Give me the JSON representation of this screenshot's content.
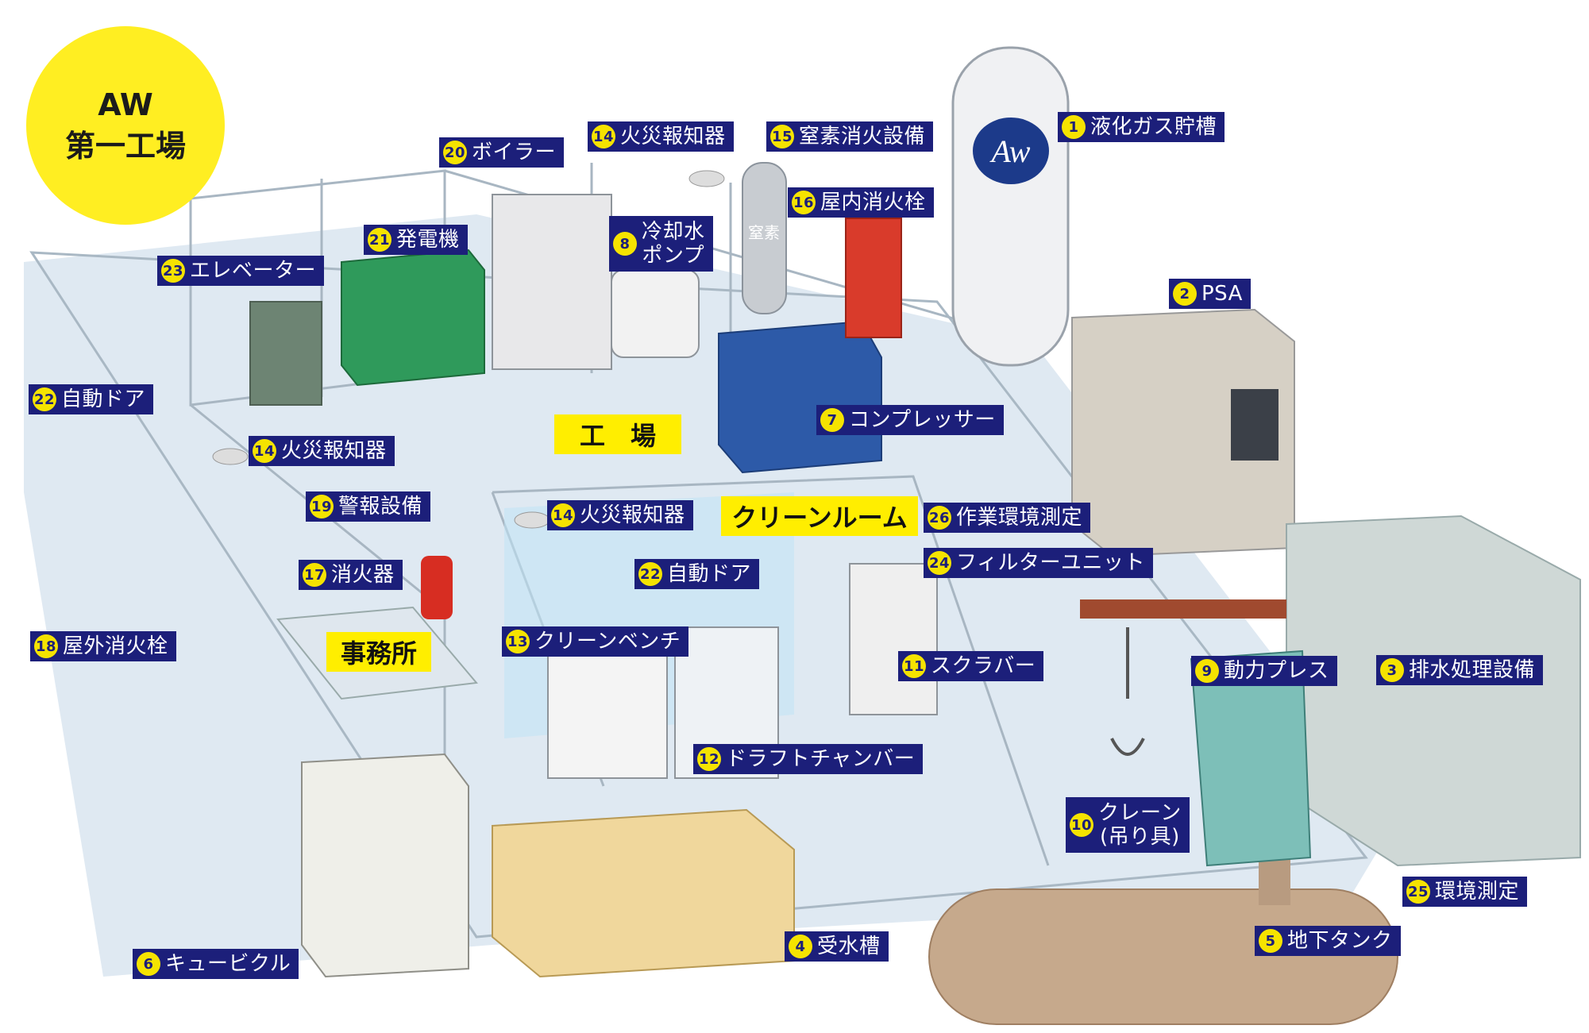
{
  "badge": {
    "line1": "AW",
    "line2": "第一工場"
  },
  "areas": {
    "factory": "工　場",
    "clean_room": "クリーンルーム",
    "office": "事務所"
  },
  "tank_mark": "Aw",
  "nitrogen_mark": "窒素",
  "labels": [
    {
      "id": "lbl-1",
      "num": "1",
      "text": "液化ガス貯槽"
    },
    {
      "id": "lbl-2",
      "num": "2",
      "text": "PSA"
    },
    {
      "id": "lbl-3",
      "num": "3",
      "text": "排水処理設備"
    },
    {
      "id": "lbl-4",
      "num": "4",
      "text": "受水槽"
    },
    {
      "id": "lbl-5",
      "num": "5",
      "text": "地下タンク"
    },
    {
      "id": "lbl-6",
      "num": "6",
      "text": "キュービクル"
    },
    {
      "id": "lbl-7",
      "num": "7",
      "text": "コンプレッサー"
    },
    {
      "id": "lbl-8",
      "num": "8",
      "text": "冷却水\nポンプ"
    },
    {
      "id": "lbl-9",
      "num": "9",
      "text": "動力プレス"
    },
    {
      "id": "lbl-10",
      "num": "10",
      "text": "クレーン\n(吊り具)"
    },
    {
      "id": "lbl-11",
      "num": "11",
      "text": "スクラバー"
    },
    {
      "id": "lbl-12",
      "num": "12",
      "text": "ドラフトチャンバー"
    },
    {
      "id": "lbl-13",
      "num": "13",
      "text": "クリーンベンチ"
    },
    {
      "id": "lbl-14a",
      "num": "14",
      "text": "火災報知器"
    },
    {
      "id": "lbl-14b",
      "num": "14",
      "text": "火災報知器"
    },
    {
      "id": "lbl-14c",
      "num": "14",
      "text": "火災報知器"
    },
    {
      "id": "lbl-15",
      "num": "15",
      "text": "窒素消火設備"
    },
    {
      "id": "lbl-16",
      "num": "16",
      "text": "屋内消火栓"
    },
    {
      "id": "lbl-17",
      "num": "17",
      "text": "消火器"
    },
    {
      "id": "lbl-18",
      "num": "18",
      "text": "屋外消火栓"
    },
    {
      "id": "lbl-19",
      "num": "19",
      "text": "警報設備"
    },
    {
      "id": "lbl-20",
      "num": "20",
      "text": "ボイラー"
    },
    {
      "id": "lbl-21",
      "num": "21",
      "text": "発電機"
    },
    {
      "id": "lbl-22a",
      "num": "22",
      "text": "自動ドア"
    },
    {
      "id": "lbl-22b",
      "num": "22",
      "text": "自動ドア"
    },
    {
      "id": "lbl-23",
      "num": "23",
      "text": "エレベーター"
    },
    {
      "id": "lbl-24",
      "num": "24",
      "text": "フィルターユニット"
    },
    {
      "id": "lbl-25",
      "num": "25",
      "text": "環境測定"
    },
    {
      "id": "lbl-26",
      "num": "26",
      "text": "作業環境測定"
    }
  ]
}
